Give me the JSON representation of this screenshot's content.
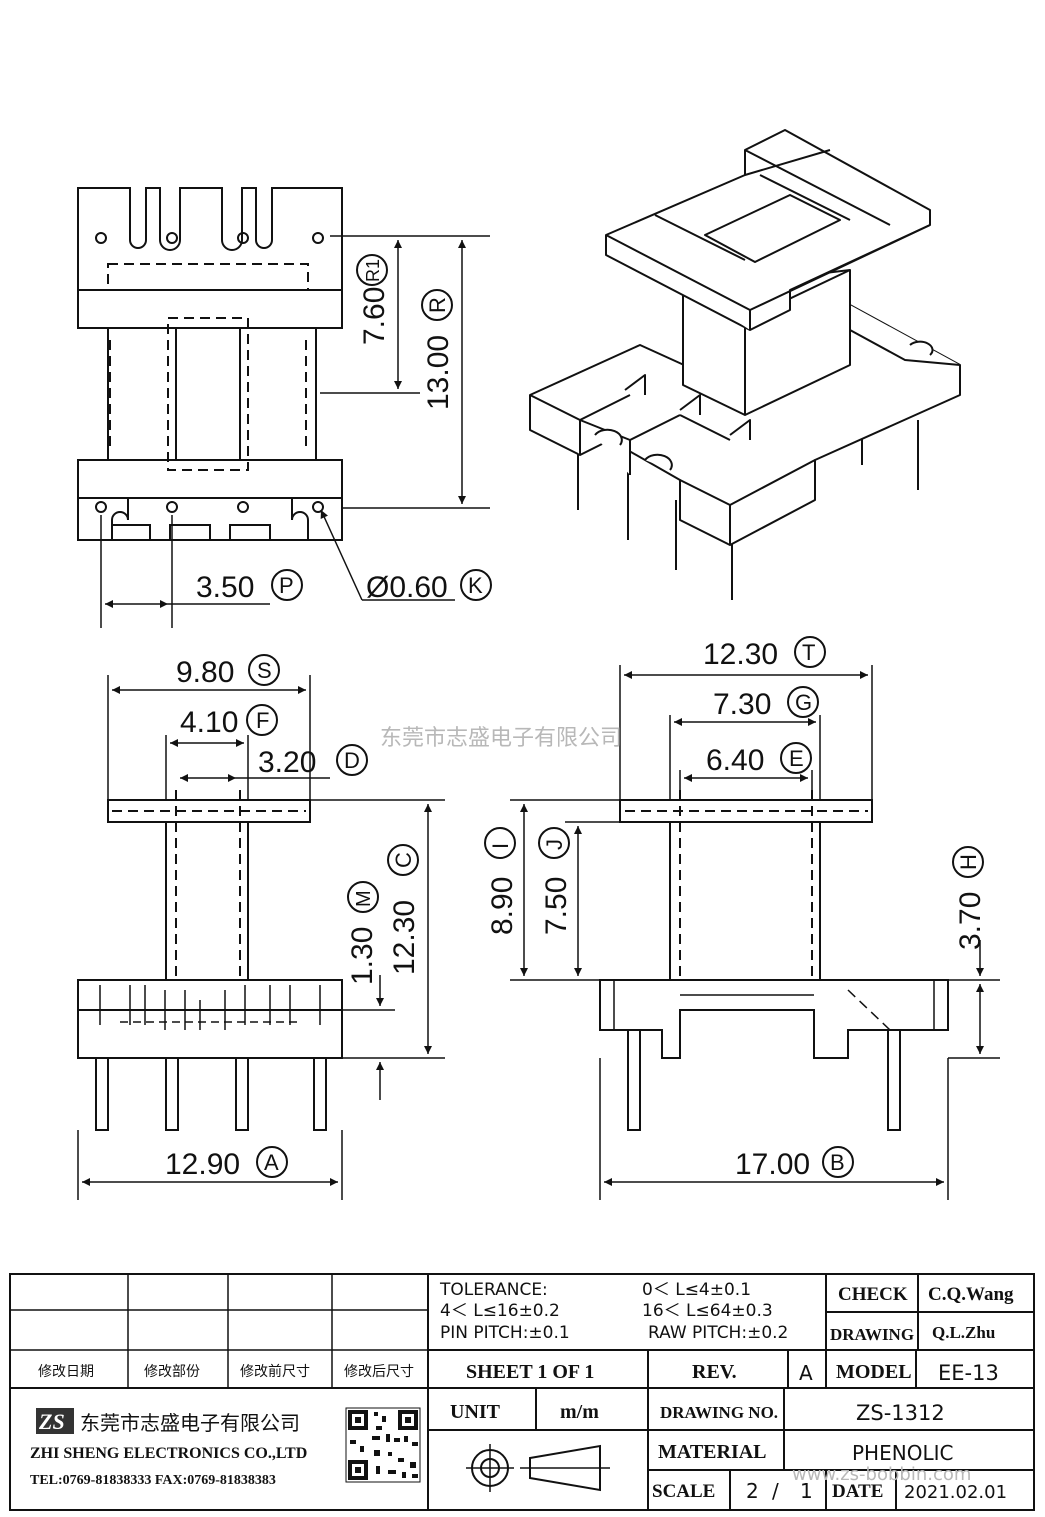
{
  "watermark": {
    "cn": "东莞市志盛电子有限公司",
    "url": "www.zs-bobbin.com"
  },
  "dims": {
    "r1": {
      "value": "7.60",
      "tag": "R1"
    },
    "r": {
      "value": "13.00",
      "tag": "R"
    },
    "p": {
      "value": "3.50",
      "tag": "P"
    },
    "k": {
      "value": "Ø0.60",
      "tag": "K"
    },
    "s": {
      "value": "9.80",
      "tag": "S"
    },
    "f": {
      "value": "4.10",
      "tag": "F"
    },
    "d": {
      "value": "3.20",
      "tag": "D"
    },
    "m": {
      "value": "1.30",
      "tag": "M"
    },
    "c": {
      "value": "12.30",
      "tag": "C"
    },
    "a": {
      "value": "12.90",
      "tag": "A"
    },
    "t": {
      "value": "12.30",
      "tag": "T"
    },
    "g": {
      "value": "7.30",
      "tag": "G"
    },
    "e": {
      "value": "6.40",
      "tag": "E"
    },
    "i": {
      "value": "8.90",
      "tag": "I"
    },
    "j": {
      "value": "7.50",
      "tag": "J"
    },
    "h": {
      "value": "3.70",
      "tag": "H"
    },
    "b": {
      "value": "17.00",
      "tag": "B"
    }
  },
  "title_block": {
    "tolerance_label": "TOLERANCE:",
    "tol_1": "0＜ L≤4±0.1",
    "tol_2": "4＜ L≤16±0.2",
    "tol_3": "16＜ L≤64±0.3",
    "pin_pitch": "PIN PITCH:±0.1",
    "raw_pitch": "RAW PITCH:±0.2",
    "check_label": "CHECK",
    "check_value": "C.Q.Wang",
    "drawing_label": "DRAWING",
    "drawing_value": "Q.L.Zhu",
    "rev_headers": [
      "修改日期",
      "修改部份",
      "修改前尺寸",
      "修改后尺寸"
    ],
    "sheet": "SHEET 1 OF 1",
    "rev_label": "REV.",
    "rev_value": "A",
    "model_label": "MODEL",
    "model_value": "EE-13",
    "unit_label": "UNIT",
    "unit_value": "m/m",
    "drawing_no_label": "DRAWING NO.",
    "drawing_no_value": "ZS-1312",
    "material_label": "MATERIAL",
    "material_value": "PHENOLIC",
    "scale_label": "SCALE",
    "scale_num": "2",
    "scale_sep": "/",
    "scale_den": "1",
    "date_label": "DATE",
    "date_value": "2021.02.01",
    "company_cn": "东莞市志盛电子有限公司",
    "company_en": "ZHI SHENG ELECTRONICS CO.,LTD",
    "company_tel": "TEL:0769-81838333 FAX:0769-81838383",
    "logo_text": "ZS"
  }
}
